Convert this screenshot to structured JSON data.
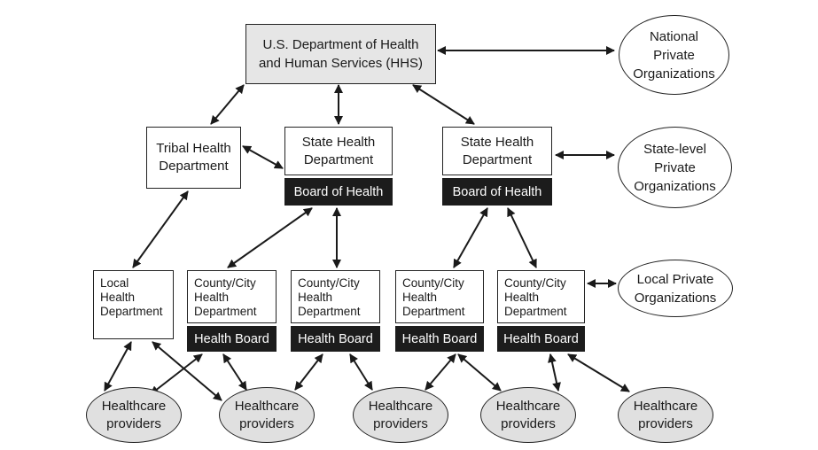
{
  "diagram": {
    "hhs": "U.S. Department of Health\nand Human Services (HHS)",
    "national_private": "National\nPrivate\nOrganizations",
    "tribal": "Tribal Health\nDepartment",
    "state_1": "State Health\nDepartment",
    "state_2": "State Health\nDepartment",
    "state_board": "Board of Health",
    "state_private": "State-level\nPrivate\nOrganizations",
    "local_dept": "Local\nHealth\nDepartment",
    "county_dept": "County/City\nHealth\nDepartment",
    "health_board": "Health Board",
    "local_private": "Local Private\nOrganizations",
    "providers": "Healthcare\nproviders"
  },
  "colors": {
    "line": "#1a1a1a",
    "gray_box": "#e6e6e6",
    "gray_ellipse": "#e0e0e0",
    "board": "#1c1c1c"
  }
}
